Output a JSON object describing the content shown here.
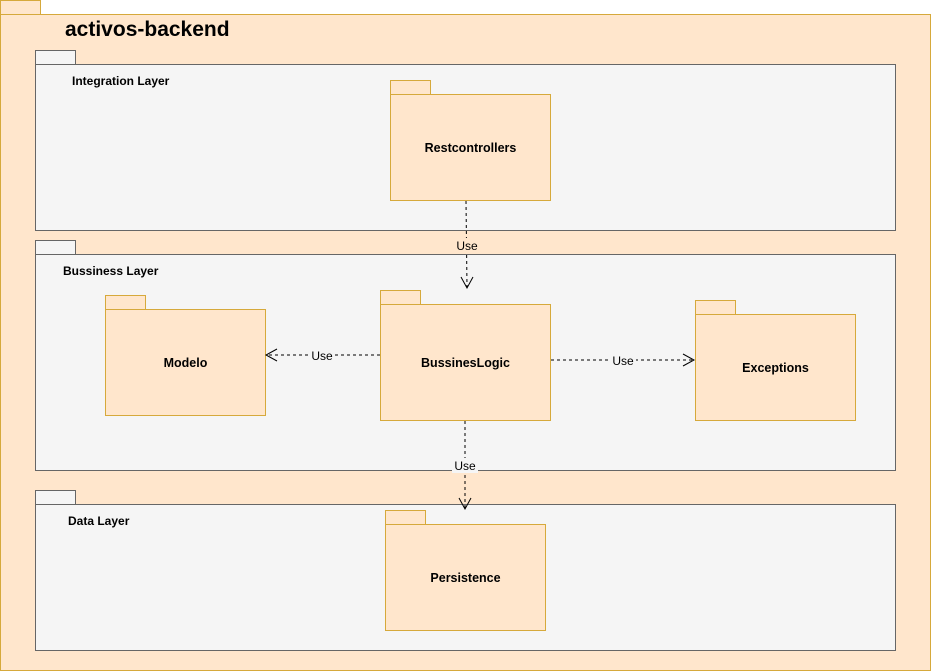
{
  "root": {
    "title": "activos-backend"
  },
  "layers": {
    "integration": {
      "title": "Integration Layer"
    },
    "business": {
      "title": "Bussiness Layer"
    },
    "data": {
      "title": "Data Layer"
    }
  },
  "packages": {
    "restcontrollers": "Restcontrollers",
    "bussineslogic": "BussinesLogic",
    "modelo": "Modelo",
    "exceptions": "Exceptions",
    "persistence": "Persistence"
  },
  "edges": {
    "rest_to_logic": "Use",
    "logic_to_modelo": "Use",
    "logic_to_exceptions": "Use",
    "logic_to_persistence": "Use"
  },
  "colors": {
    "package_fill": "#ffe6cc",
    "package_border": "#d6a93b",
    "layer_fill": "#f5f5f5",
    "layer_border": "#666666"
  }
}
